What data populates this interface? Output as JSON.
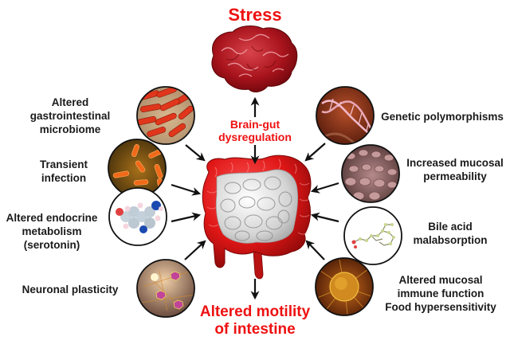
{
  "diagram": {
    "top_cause": "Stress",
    "central_pathway": [
      "Brain-gut",
      "dysregulation"
    ],
    "outcome": [
      "Altered motility",
      "of intestine"
    ],
    "central_organ": "intestine",
    "top_organ": "brain",
    "accent_color": "#ee1111",
    "left_factors": [
      {
        "lines": [
          "Altered",
          "gastrointestinal",
          "microbiome"
        ],
        "image": "bacteria-microbiome"
      },
      {
        "lines": [
          "Transient",
          "infection"
        ],
        "image": "bacteria-infection"
      },
      {
        "lines": [
          "Altered endocrine",
          "metabolism",
          "(serotonin)"
        ],
        "image": "serotonin-molecule"
      },
      {
        "lines": [
          "Neuronal plasticity"
        ],
        "image": "neurons"
      }
    ],
    "right_factors": [
      {
        "lines": [
          "Genetic polymorphisms"
        ],
        "image": "dna-helix"
      },
      {
        "lines": [
          "Increased mucosal",
          "permeability"
        ],
        "image": "intestinal-villi"
      },
      {
        "lines": [
          "Bile acid",
          "malabsorption"
        ],
        "image": "bile-acid-molecule"
      },
      {
        "lines": [
          "Altered mucosal",
          "immune function",
          "Food hypersensitivity"
        ],
        "image": "immune-cell"
      }
    ]
  }
}
